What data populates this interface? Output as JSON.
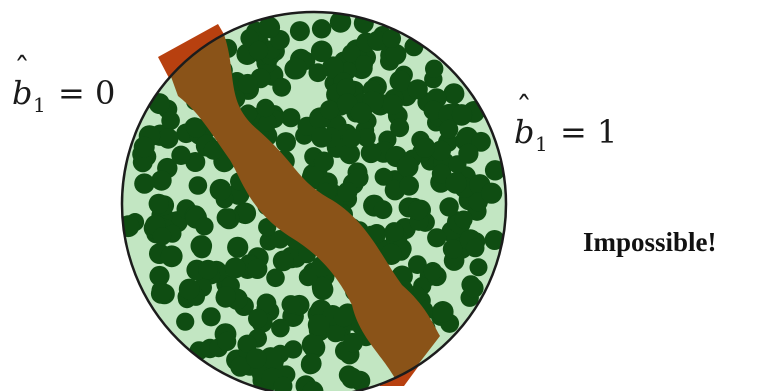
{
  "labels": {
    "left": {
      "var": "b",
      "hat": "ˆ",
      "sub": "1",
      "rel": "= 0"
    },
    "right": {
      "var": "b",
      "hat": "ˆ",
      "sub": "1",
      "rel": "= 1"
    },
    "verdict": "Impossible!"
  },
  "colors": {
    "disk_fill": "#c2e6c2",
    "disk_outline": "#1c1c1c",
    "dots": "#0f4d12",
    "band": "#8a5318",
    "band_edge": "#b8400f"
  }
}
